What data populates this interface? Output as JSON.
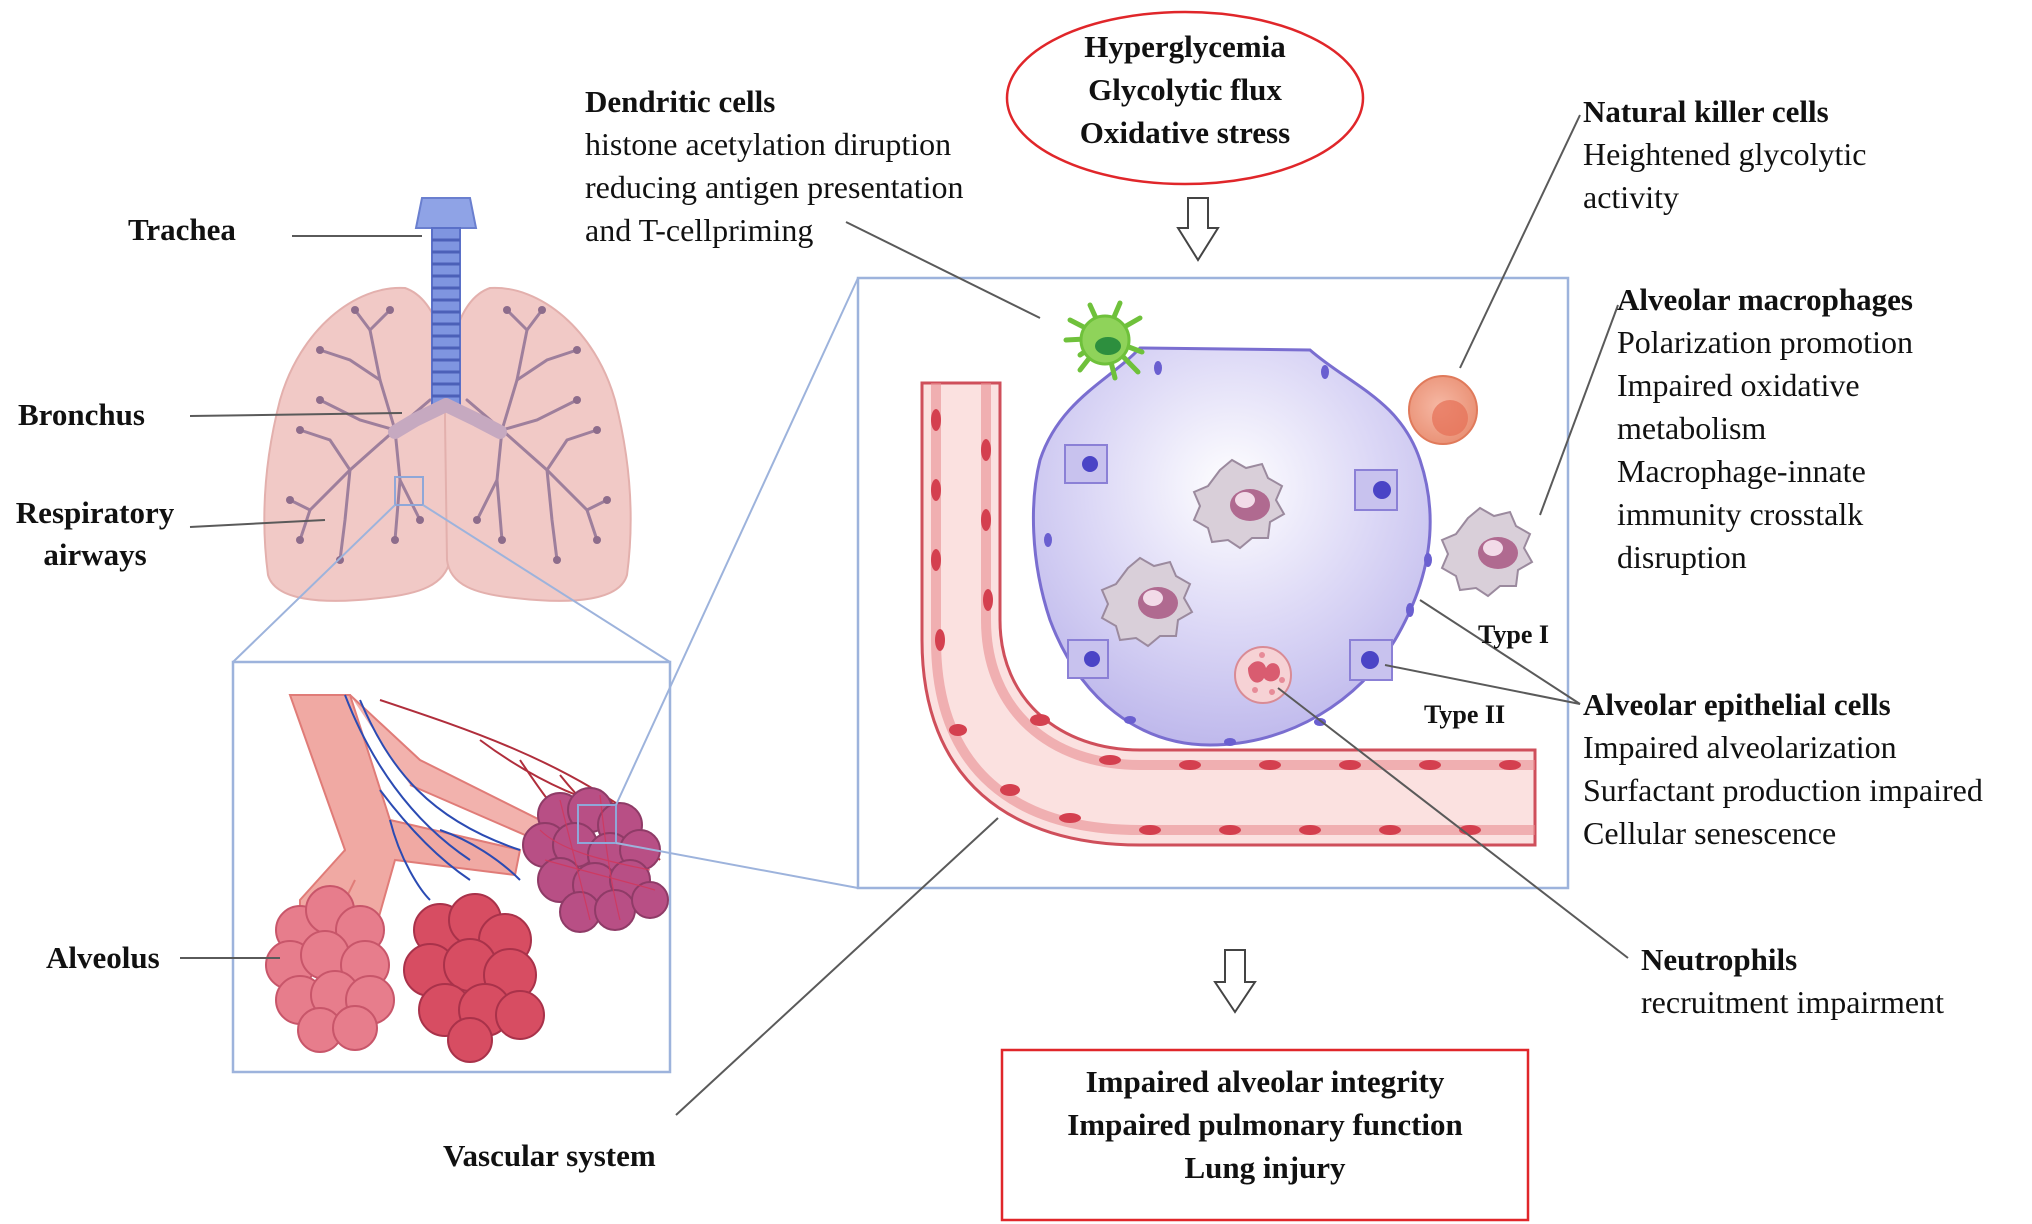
{
  "anatomy_labels": {
    "trachea": "Trachea",
    "bronchus": "Bronchus",
    "respiratory_airways": [
      "Respiratory",
      "airways"
    ],
    "alveolus": "Alveolus",
    "vascular_system": "Vascular system"
  },
  "top_box": {
    "lines": [
      "Hyperglycemia",
      "Glycolytic flux",
      "Oxidative stress"
    ]
  },
  "bottom_box": {
    "lines": [
      "Impaired alveolar integrity",
      "Impaired pulmonary function",
      "Lung injury"
    ]
  },
  "dendritic_cells": {
    "title": "Dendritic cells",
    "lines": [
      "histone acetylation diruption",
      "reducing antigen presentation",
      "and T-cellpriming"
    ]
  },
  "natural_killer_cells": {
    "title": "Natural killer cells",
    "lines": [
      "Heightened glycolytic",
      "activity"
    ]
  },
  "alveolar_macrophages": {
    "title": "Alveolar macrophages",
    "lines": [
      "Polarization promotion",
      "Impaired oxidative",
      "metabolism",
      "Macrophage-innate",
      "immunity crosstalk",
      "disruption"
    ]
  },
  "alveolar_epithelial_cells": {
    "title": "Alveolar epithelial cells",
    "lines": [
      "Impaired alveolarization",
      "Surfactant production impaired",
      "Cellular senescence"
    ]
  },
  "neutrophils": {
    "title": "Neutrophils",
    "lines": [
      "recruitment impairment"
    ]
  },
  "cell_types": {
    "type1": "Type I",
    "type2": "Type II"
  },
  "colors": {
    "frame_blue": "#9db3dc",
    "red_box": "#e0262a",
    "lung_pink": "#f1c9c6",
    "alveolus_purple": "#c9c5ef",
    "vessel_red": "#e06a6f",
    "line_grey": "#5a5a5a"
  },
  "icons": [
    "lungs-icon",
    "trachea-icon",
    "bronchiole-icon",
    "alveoli-cluster-icon",
    "dendritic-cell-icon",
    "nk-cell-icon",
    "macrophage-icon",
    "neutrophil-icon",
    "blood-vessel-icon",
    "down-arrow-icon"
  ]
}
